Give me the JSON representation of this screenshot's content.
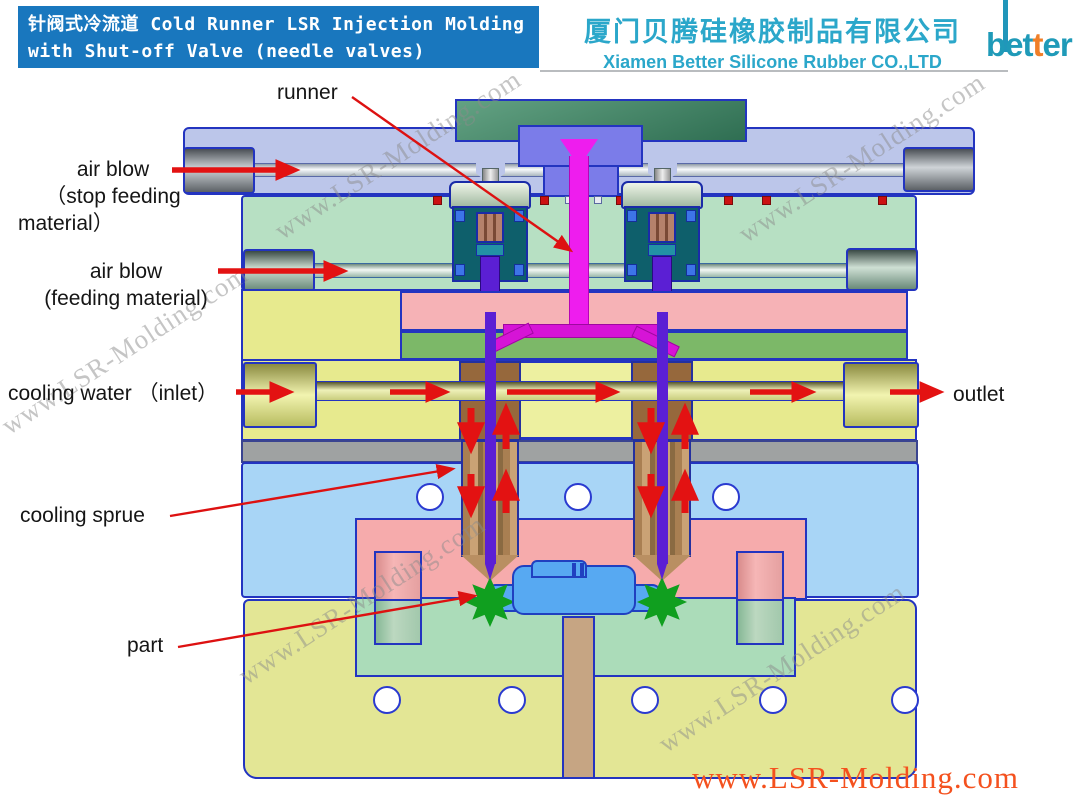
{
  "header": {
    "title_line1": "针阀式冷流道 Cold Runner LSR Injection Molding",
    "title_line2": "with Shut-off Valve (needle valves)",
    "company_cn": "厦门贝腾硅橡胶制品有限公司",
    "company_en": "Xiamen Better Silicone Rubber CO.,LTD",
    "logo": {
      "p1": "bet",
      "p2": "t",
      "p3": "er"
    }
  },
  "diagram": {
    "labels": {
      "runner": "runner",
      "air_blow_stop_l1": "air blow",
      "air_blow_stop_l2": "（stop feeding",
      "air_blow_stop_l3": "material）",
      "air_blow_feed_l1": "air blow",
      "air_blow_feed_l2": "(feeding material)",
      "cooling_water_inlet": "cooling water （inlet）",
      "outlet": "outlet",
      "cooling_sprue": "cooling sprue",
      "part": "part"
    },
    "colors": {
      "header_blue": "#1977be",
      "company_cyan": "#2ba7ca",
      "logo_teal": "#1f9ab8",
      "logo_orange": "#f07f28",
      "arrow_red": "#e31212",
      "runner_magenta": "#ee1dee",
      "needle_purple": "#5b1fd4",
      "top_plate_lavender": "#bcc6ea",
      "green_plate": "#b7e0c3",
      "pink_plate": "#f6b2b6",
      "cooling_plate_yellow": "#e7ea8e",
      "blue_plate": "#a8d5f6",
      "bottom_plate_yellow": "#e3e695",
      "part_green": "#109f1f",
      "watermark_orange": "#f4511e"
    }
  },
  "watermark": {
    "diagonal": "www.LSR-Molding.com",
    "footer": "www.LSR-Molding.com"
  }
}
